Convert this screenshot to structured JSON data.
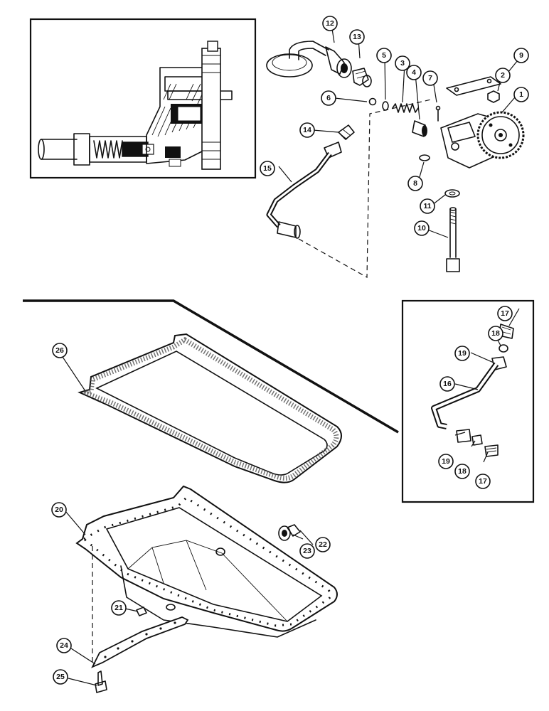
{
  "diagram": {
    "type": "exploded-parts-diagram",
    "callouts": [
      {
        "id": "c1",
        "label": "1"
      },
      {
        "id": "c2",
        "label": "2"
      },
      {
        "id": "c3",
        "label": "3"
      },
      {
        "id": "c4",
        "label": "4"
      },
      {
        "id": "c5",
        "label": "5"
      },
      {
        "id": "c6",
        "label": "6"
      },
      {
        "id": "c7",
        "label": "7"
      },
      {
        "id": "c8",
        "label": "8"
      },
      {
        "id": "c9",
        "label": "9"
      },
      {
        "id": "c10",
        "label": "10"
      },
      {
        "id": "c11",
        "label": "11"
      },
      {
        "id": "c12",
        "label": "12"
      },
      {
        "id": "c13",
        "label": "13"
      },
      {
        "id": "c14",
        "label": "14"
      },
      {
        "id": "c15",
        "label": "15"
      },
      {
        "id": "c16",
        "label": "16"
      },
      {
        "id": "c17a",
        "label": "17"
      },
      {
        "id": "c17b",
        "label": "17"
      },
      {
        "id": "c18a",
        "label": "18"
      },
      {
        "id": "c18b",
        "label": "18"
      },
      {
        "id": "c19a",
        "label": "19"
      },
      {
        "id": "c19b",
        "label": "19"
      },
      {
        "id": "c20",
        "label": "20"
      },
      {
        "id": "c21",
        "label": "21"
      },
      {
        "id": "c22",
        "label": "22"
      },
      {
        "id": "c23",
        "label": "23"
      },
      {
        "id": "c24",
        "label": "24"
      },
      {
        "id": "c25",
        "label": "25"
      },
      {
        "id": "c26",
        "label": "26"
      }
    ]
  }
}
